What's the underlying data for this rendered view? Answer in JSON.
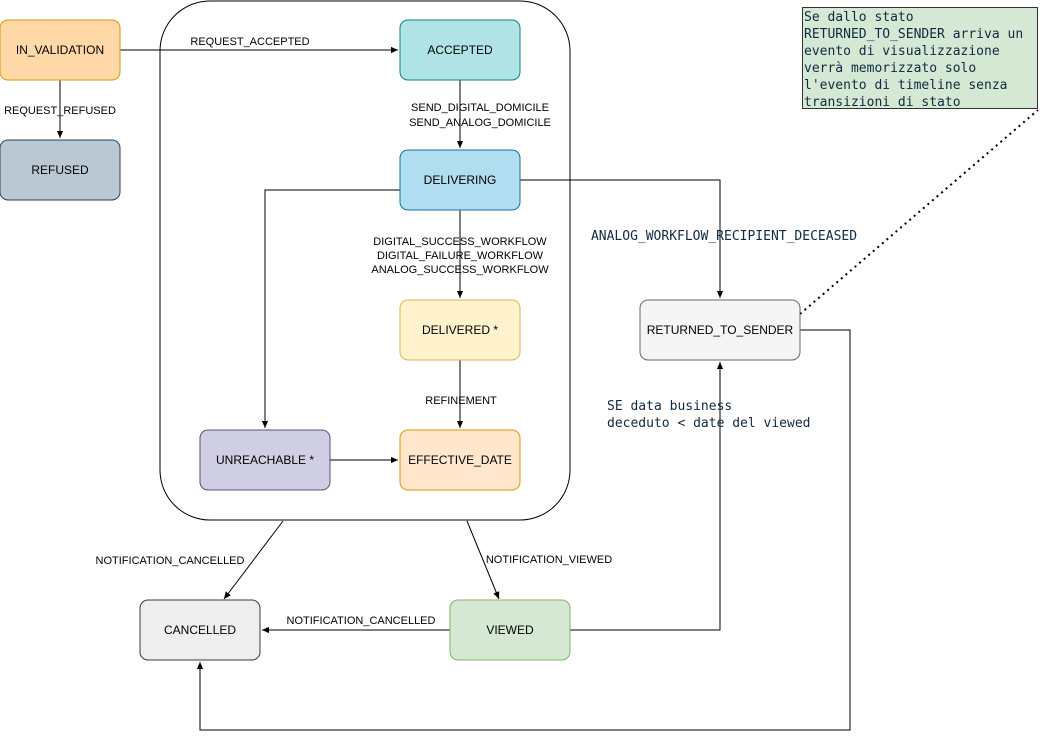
{
  "states": {
    "in_validation": "IN_VALIDATION",
    "refused": "REFUSED",
    "accepted": "ACCEPTED",
    "delivering": "DELIVERING",
    "delivered": "DELIVERED *",
    "unreachable": "UNREACHABLE *",
    "effective_date": "EFFECTIVE_DATE",
    "returned_to_sender": "RETURNED_TO_SENDER",
    "cancelled": "CANCELLED",
    "viewed": "VIEWED"
  },
  "transitions": {
    "request_accepted": "REQUEST_ACCEPTED",
    "request_refused": "REQUEST_REFUSED",
    "send_digital_domicile": "SEND_DIGITAL_DOMICILE",
    "send_analog_domicile": "SEND_ANALOG_DOMICILE",
    "digital_success_workflow": "DIGITAL_SUCCESS_WORKFLOW",
    "digital_failure_workflow": "DIGITAL_FAILURE_WORKFLOW",
    "analog_success_workflow": "ANALOG_SUCCESS_WORKFLOW",
    "refinement": "REFINEMENT",
    "analog_workflow_recipient_deceased": "ANALOG_WORKFLOW_RECIPIENT_DECEASED",
    "condition_line1": "SE data business",
    "condition_line2": "deceduto < date del viewed",
    "notification_cancelled_group": "NOTIFICATION_CANCELLED",
    "notification_viewed": "NOTIFICATION_VIEWED",
    "notification_cancelled_viewed": "NOTIFICATION_CANCELLED"
  },
  "note": {
    "lines": [
      "Se dallo stato",
      "RETURNED_TO_SENDER arriva un",
      "evento di visualizzazione",
      "verrà memorizzato solo",
      "l'evento di timeline senza",
      "transizioni di stato"
    ]
  },
  "colors": {
    "in_validation": "#ffd8a8",
    "refused": "#bac8d3",
    "accepted": "#b0e3e6",
    "delivering": "#b1ddf0",
    "delivered": "#fff2cc",
    "unreachable": "#d0cee2",
    "effective_date": "#ffe6cc",
    "returned_to_sender": "#f5f5f5",
    "cancelled": "#eeeeee",
    "viewed": "#d5e8d4",
    "note": "#d5e8d4"
  }
}
